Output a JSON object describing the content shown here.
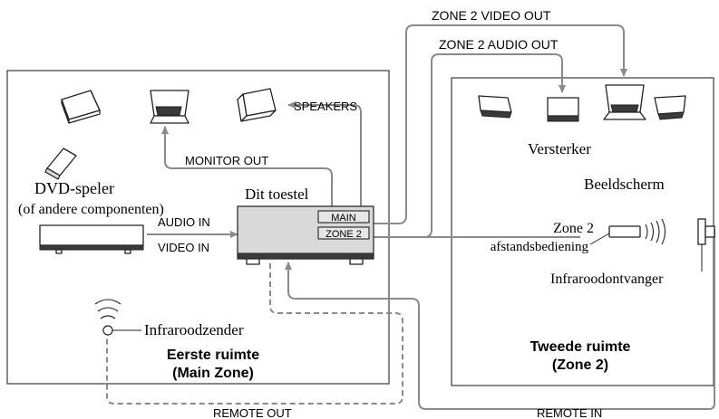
{
  "labels": {
    "zone2_video_out": "ZONE 2 VIDEO OUT",
    "zone2_audio_out": "ZONE 2 AUDIO OUT",
    "speakers": "SPEAKERS",
    "monitor_out": "MONITOR OUT",
    "dvd_player": "DVD-speler",
    "other_components": "(of andere componenten)",
    "this_unit": "Dit toestel",
    "main_terminal": "MAIN",
    "zone2_terminal": "ZONE 2",
    "audio_in": "AUDIO IN",
    "video_in": "VIDEO IN",
    "amplifier": "Versterker",
    "monitor": "Beeldscherm",
    "zone2_remote_line1": "Zone 2",
    "zone2_remote_line2": "afstandsbediening",
    "ir_receiver": "Infraroodontvanger",
    "ir_emitter": "Infraroodzender",
    "room1_line1": "Eerste ruimte",
    "room1_line2": "(Main Zone)",
    "room2_line1": "Tweede ruimte",
    "room2_line2": "(Zone 2)",
    "remote_out": "REMOTE OUT",
    "remote_in": "REMOTE IN"
  },
  "colors": {
    "wire": "#8a8a8a",
    "outline": "#222222",
    "room_border": "#555555"
  }
}
